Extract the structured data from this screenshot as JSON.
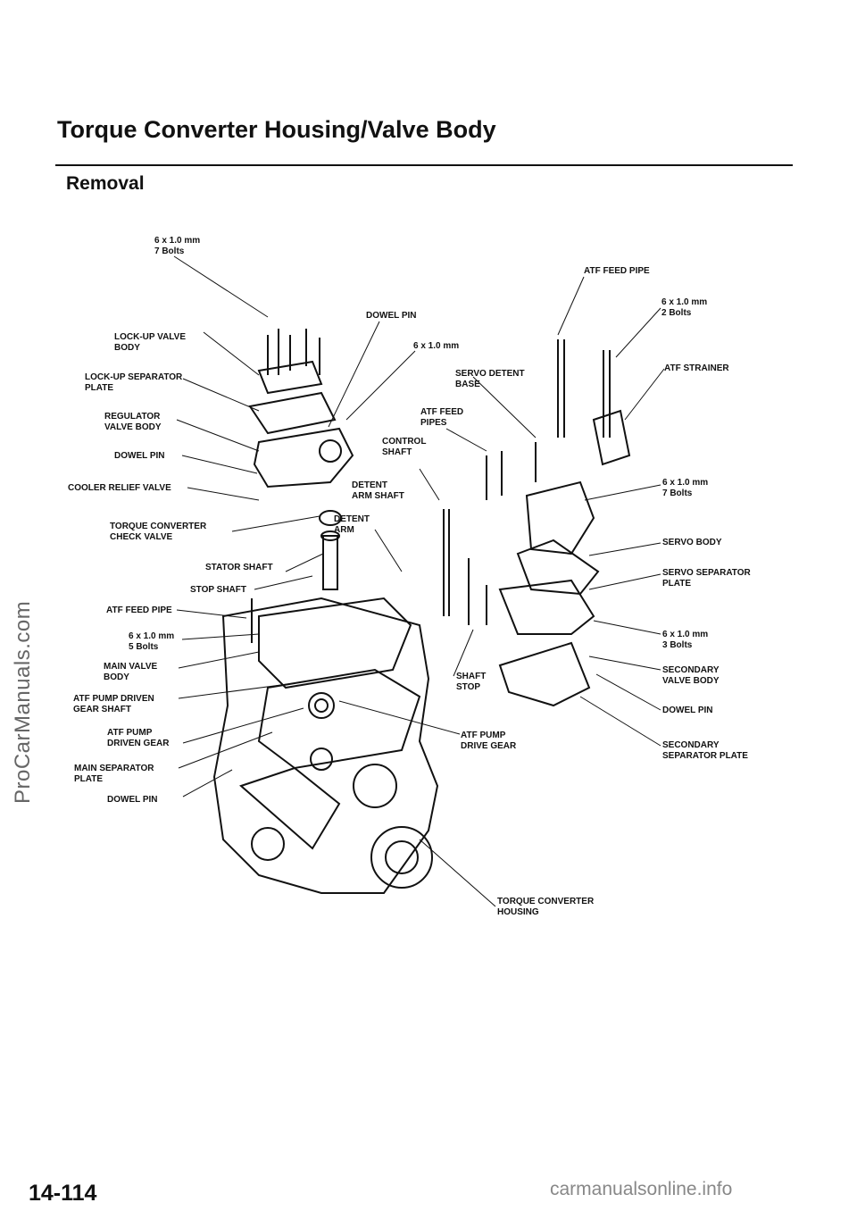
{
  "watermark_side": "ProCarManuals.com",
  "header": {
    "title": "Torque Converter Housing/Valve Body",
    "section": "Removal"
  },
  "labels": {
    "bolts_7_top": "6 x 1.0 mm\n7 Bolts",
    "atf_feed_pipe_top": "ATF FEED PIPE",
    "bolts_2": "6 x 1.0 mm\n2 Bolts",
    "dowel_pin_top": "DOWEL PIN",
    "lockup_valve_body": "LOCK-UP VALVE\nBODY",
    "mm_center": "6 x 1.0 mm",
    "lockup_sep_plate": "LOCK-UP SEPARATOR\nPLATE",
    "servo_detent_base": "SERVO DETENT\nBASE",
    "atf_strainer": "ATF STRAINER",
    "regulator_valve_body": "REGULATOR\nVALVE BODY",
    "atf_feed_pipes": "ATF FEED\nPIPES",
    "dowel_pin_left": "DOWEL PIN",
    "control_shaft": "CONTROL\nSHAFT",
    "cooler_relief_valve": "COOLER RELIEF VALVE",
    "detent_arm_shaft": "DETENT\nARM SHAFT",
    "bolts_7_right": "6 x 1.0 mm\n7 Bolts",
    "tc_check_valve": "TORQUE CONVERTER\nCHECK VALVE",
    "detent_arm": "DETENT\nARM",
    "servo_body": "SERVO BODY",
    "stator_shaft": "STATOR SHAFT",
    "servo_sep_plate": "SERVO SEPARATOR\nPLATE",
    "stop_shaft": "STOP SHAFT",
    "atf_feed_pipe_left": "ATF FEED PIPE",
    "bolts_5": "6 x 1.0 mm\n5 Bolts",
    "bolts_3": "6 x 1.0 mm\n3 Bolts",
    "main_valve_body": "MAIN VALVE\nBODY",
    "secondary_valve_body": "SECONDARY\nVALVE BODY",
    "atf_pump_driven_gear_shaft": "ATF PUMP DRIVEN\nGEAR SHAFT",
    "shaft_stop": "SHAFT\nSTOP",
    "dowel_pin_right": "DOWEL PIN",
    "atf_pump_driven_gear": "ATF PUMP\nDRIVEN GEAR",
    "atf_pump_drive_gear": "ATF PUMP\nDRIVE GEAR",
    "secondary_sep_plate": "SECONDARY\nSEPARATOR PLATE",
    "main_sep_plate": "MAIN SEPARATOR\nPLATE",
    "dowel_pin_bottom": "DOWEL PIN",
    "tc_housing": "TORQUE CONVERTER\nHOUSING"
  },
  "page_number": "14-114",
  "footer_watermark": "carmanualsonline.info"
}
